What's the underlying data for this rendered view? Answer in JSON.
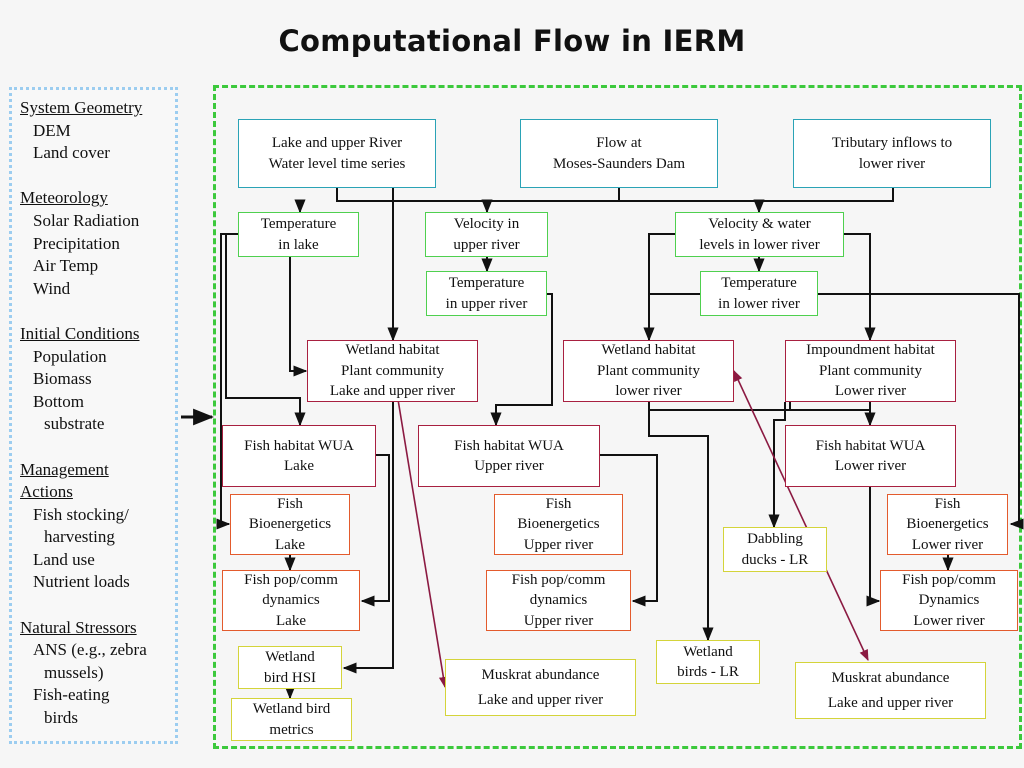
{
  "title": "Computational Flow in IERM",
  "sidebar": {
    "sections": [
      {
        "heading": "System Geometry",
        "items": [
          "DEM",
          "Land cover"
        ]
      },
      {
        "heading": "Meteorology",
        "items": [
          "Solar Radiation",
          "Precipitation",
          "Air Temp",
          "Wind"
        ]
      },
      {
        "heading": "Initial Conditions",
        "items": [
          "Population",
          "Biomass",
          "Bottom"
        ],
        "continuation": "substrate"
      },
      {
        "heading_lines": [
          "Management",
          "Actions"
        ],
        "items": [
          "Fish stocking/"
        ],
        "continuation": "harvesting",
        "items_after": [
          "Land use",
          "Nutrient loads"
        ]
      },
      {
        "heading": "Natural Stressors",
        "items": [
          "ANS (e.g., zebra"
        ],
        "continuation": "mussels)",
        "items_after": [
          "Fish-eating"
        ],
        "continuation_after": "birds"
      }
    ]
  },
  "boxes": {
    "lake_water_level": [
      "Lake and upper River",
      "Water level time series"
    ],
    "flow_dam": [
      "Flow at",
      "Moses-Saunders Dam"
    ],
    "tributary": [
      "Tributary inflows to",
      "lower river"
    ],
    "temp_lake": [
      "Temperature",
      "in lake"
    ],
    "velocity_upper": [
      "Velocity in",
      "upper river"
    ],
    "velocity_lower": [
      "Velocity & water",
      "levels in lower river"
    ],
    "temp_upper": [
      "Temperature",
      "in upper river"
    ],
    "temp_lower": [
      "Temperature",
      "in lower river"
    ],
    "wetland_lake": [
      "Wetland habitat",
      "Plant community",
      "Lake and upper river"
    ],
    "wetland_lower": [
      "Wetland habitat",
      "Plant community",
      "lower river"
    ],
    "impoundment": [
      "Impoundment habitat",
      "Plant community",
      "Lower river"
    ],
    "fish_wua_lake": [
      "Fish habitat WUA",
      "Lake"
    ],
    "fish_wua_upper": [
      "Fish habitat WUA",
      "Upper river"
    ],
    "fish_wua_lower": [
      "Fish habitat WUA",
      "Lower river"
    ],
    "bioenergetics_lake": [
      "Fish",
      "Bioenergetics",
      "Lake"
    ],
    "bioenergetics_upper": [
      "Fish",
      "Bioenergetics",
      "Upper river"
    ],
    "bioenergetics_lower": [
      "Fish",
      "Bioenergetics",
      "Lower river"
    ],
    "dabbling_ducks": [
      "Dabbling",
      "ducks - LR"
    ],
    "fishpop_lake": [
      "Fish pop/comm",
      "dynamics",
      "Lake"
    ],
    "fishpop_upper": [
      "Fish pop/comm",
      "dynamics",
      "Upper river"
    ],
    "fishpop_lower": [
      "Fish pop/comm",
      "Dynamics",
      "Lower river"
    ],
    "wetland_bird_hsi": [
      "Wetland",
      "bird HSI"
    ],
    "wetland_bird_metrics": [
      "Wetland bird",
      "metrics"
    ],
    "muskrat_lake": [
      "Muskrat abundance",
      "Lake and upper river"
    ],
    "wetland_birds_lr": [
      "Wetland",
      "birds - LR"
    ],
    "muskrat_lower": [
      "Muskrat abundance",
      "Lake and upper river"
    ]
  },
  "colors": {
    "teal": "#2aa3b6",
    "green": "#4fd04f",
    "crimson": "#a82040",
    "orange": "#e35b2d",
    "yellow": "#d4d43a",
    "frame": "#3cc93c",
    "sidebar_border": "#9ccdf0",
    "arrow_dark": "#111111",
    "arrow_maroon": "#8b1a42"
  }
}
